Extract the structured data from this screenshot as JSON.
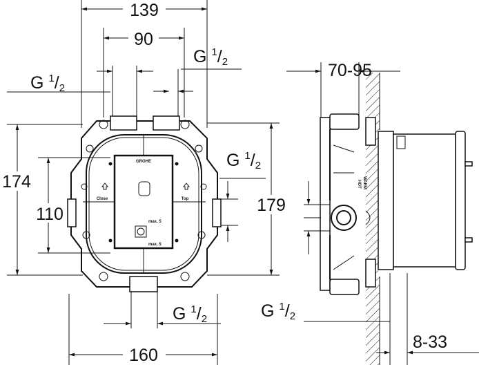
{
  "title": "Concealed mixer body dimension drawing",
  "front_view": {
    "brand": "GROHE",
    "label_left": "Close",
    "label_right": "Top",
    "max_top": "max. 5",
    "max_bottom": "max. 5",
    "width_top": "139",
    "port_spacing": "90",
    "height_total": "174",
    "height_outlet": "110",
    "height_body": "179",
    "width_bottom": "160",
    "thread_top_left": {
      "main": "G ",
      "num": "1",
      "den": "2"
    },
    "thread_top_right": {
      "main": "G ",
      "num": "1",
      "den": "2"
    },
    "thread_side": {
      "main": "G ",
      "num": "1",
      "den": "2"
    },
    "thread_bottom": {
      "main": "G ",
      "num": "1",
      "den": "2"
    }
  },
  "side_view": {
    "depth": "70-95",
    "wall_range": "8-33",
    "warm_label": "WARM",
    "hot_label": "HOT",
    "thread_bottom": {
      "main": "G ",
      "num": "1",
      "den": "2"
    }
  }
}
